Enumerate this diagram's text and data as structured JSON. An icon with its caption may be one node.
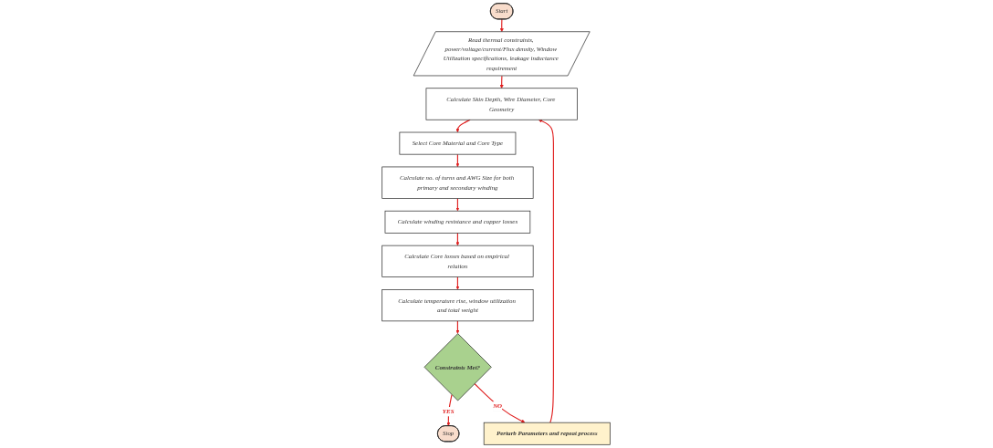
{
  "diagram": {
    "nodes": [
      {
        "text": [
          "Start"
        ]
      },
      {
        "text": [
          "Read thermal constraints, power/voltage/current/Flux density, Window Utilization specifications, leakage inductance requirement"
        ]
      },
      {
        "text": [
          "Calculate Skin Depth, Wire Diameter, Core Geometry"
        ]
      },
      {
        "text": [
          "Select Core Material and Core Type"
        ]
      },
      {
        "text": [
          "Calculate no. of turns and AWG Size for both primary and secondary winding"
        ]
      },
      {
        "text": [
          "Calculate winding resistance and copper losses"
        ]
      },
      {
        "text": [
          "Calculate Core losses based on empirical relation"
        ]
      },
      {
        "text": [
          "Calculate temperature rise, window utilization and total weight"
        ]
      },
      {
        "text": [
          "Constraints Met?"
        ]
      },
      {
        "text": [
          "Stop"
        ]
      },
      {
        "text": [
          "Perturb Parameters and repeat process"
        ]
      }
    ],
    "edges": [
      {
        "from": 0,
        "to": 1,
        "arrow": "to"
      },
      {
        "from": 1,
        "to": 2,
        "arrow": "to"
      },
      {
        "from": 2,
        "to": 3,
        "arrow": "to"
      },
      {
        "from": 3,
        "to": 4,
        "arrow": "to"
      },
      {
        "from": 4,
        "to": 5,
        "arrow": "to"
      },
      {
        "from": 5,
        "to": 6,
        "arrow": "to"
      },
      {
        "from": 6,
        "to": 7,
        "arrow": "to"
      },
      {
        "from": 7,
        "to": 8,
        "arrow": "to"
      },
      {
        "from": 8,
        "to": 9,
        "label": "YES",
        "arrow": "to"
      },
      {
        "from": 8,
        "to": 10,
        "label": "NO",
        "arrow": "to"
      },
      {
        "from": 10,
        "to": 2,
        "arrow": "to"
      }
    ]
  }
}
